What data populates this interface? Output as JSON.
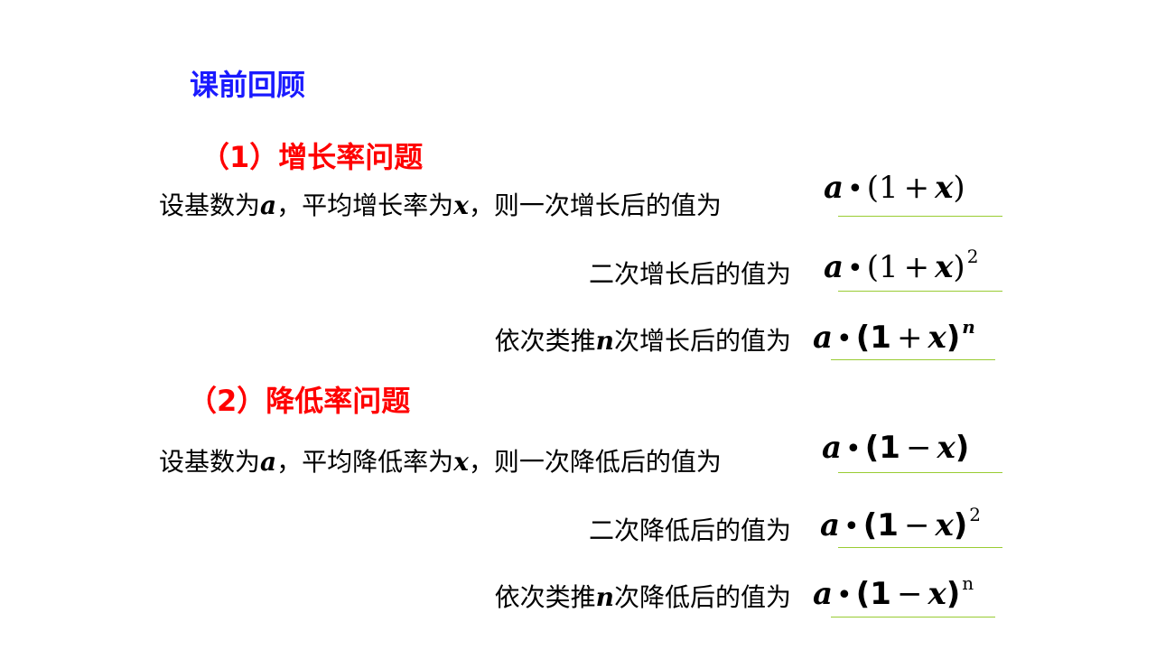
{
  "review_title": "课前回顾",
  "growth": {
    "title": "（1）增长率问题",
    "line1": {
      "prefix": "设基数为",
      "var_a": "a",
      "mid": "，平均增长率为",
      "var_x": "x",
      "suffix": "，则一次增长后的值为"
    },
    "line2": "二次增长后的值为",
    "line3": {
      "prefix": "依次类推",
      "var_n": "n",
      "suffix": "次增长后的值为"
    },
    "formula1": {
      "a": "a",
      "dot": "•",
      "lp": "(",
      "one": "1",
      "op": "+",
      "x": "x",
      "rp": ")",
      "exp": ""
    },
    "formula2": {
      "a": "a",
      "dot": "•",
      "lp": "(",
      "one": "1",
      "op": "+",
      "x": "x",
      "rp": ")",
      "exp": "2"
    },
    "formula3": {
      "a": "a",
      "dot": "•",
      "lp": "(",
      "one": "1",
      "op": "+",
      "x": "x",
      "rp": ")",
      "exp": "n"
    }
  },
  "decline": {
    "title": "（2）降低率问题",
    "line1": {
      "prefix": "设基数为",
      "var_a": "a",
      "mid": "，平均降低率为",
      "var_x": "x",
      "suffix": "，则一次降低后的值为"
    },
    "line2": "二次降低后的值为",
    "line3": {
      "prefix": "依次类推",
      "var_n": "n",
      "suffix": "次降低后的值为"
    },
    "formula1": {
      "a": "a",
      "dot": "•",
      "lp": "(",
      "one": "1",
      "op": "−",
      "x": "x",
      "rp": ")",
      "exp": ""
    },
    "formula2": {
      "a": "a",
      "dot": "•",
      "lp": "(",
      "one": "1",
      "op": "−",
      "x": "x",
      "rp": ")",
      "exp": "2"
    },
    "formula3": {
      "a": "a",
      "dot": "•",
      "lp": "(",
      "one": "1",
      "op": "−",
      "x": "x",
      "rp": ")",
      "exp": "n"
    }
  },
  "colors": {
    "review_title": "#1a1aff",
    "section_title": "#ff0000",
    "underline": "#99cc33"
  }
}
